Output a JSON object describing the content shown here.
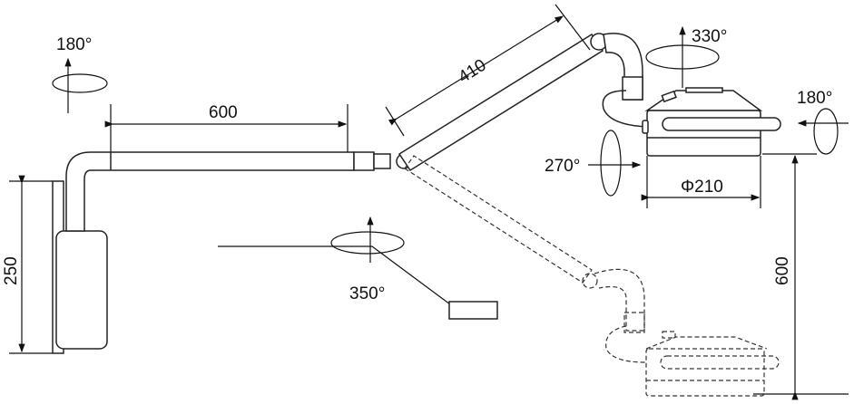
{
  "labels": {
    "wall_rotation": "180°",
    "horizontal_arm_length": "600",
    "upper_arm_length": "410",
    "head_vertical_rotation": "330°",
    "head_tilt_rotation": "180°",
    "head_side_rotation": "270°",
    "head_diameter": "Φ210",
    "wall_box_height": "250",
    "arm_rotation": "350°",
    "vertical_reach": "600"
  }
}
